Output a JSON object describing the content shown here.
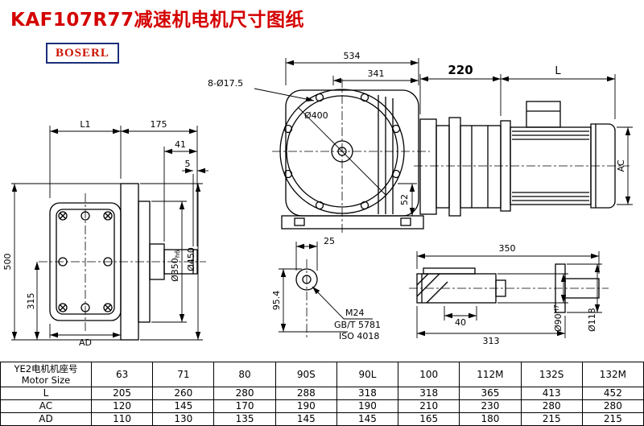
{
  "page": {
    "title": "KAF107R77减速机电机尺寸图纸",
    "logo": "BOSERL"
  },
  "left_view": {
    "l1": "L1",
    "d175": "175",
    "d41": "41",
    "d5": "5",
    "d500": "500",
    "d315": "315",
    "ad": "AD",
    "d350": "Ø350",
    "d350_tol": "h6",
    "d450": "Ø450"
  },
  "front_view": {
    "d534": "534",
    "d341": "341",
    "bolt_holes": "8-Ø17.5",
    "d400": "Ø400",
    "d52": "52",
    "d25": "25",
    "d95_4": "95.4",
    "thread": "M24",
    "standard_gb": "GB/T 5781",
    "standard_iso": "ISO 4018"
  },
  "motor_view": {
    "d220": "220",
    "length": "L",
    "ac": "AC"
  },
  "shaft_view": {
    "d350": "350",
    "d40": "40",
    "d313": "313",
    "d90": "Ø90",
    "d90_tol": "H7",
    "d118": "Ø118"
  },
  "table": {
    "header_cn": "YE2电机机座号",
    "header_en": "Motor Size",
    "sizes": [
      "63",
      "71",
      "80",
      "90S",
      "90L",
      "100",
      "112M",
      "132S",
      "132M"
    ],
    "rows": [
      {
        "label": "L",
        "values": [
          "205",
          "260",
          "280",
          "288",
          "318",
          "318",
          "365",
          "413",
          "452"
        ]
      },
      {
        "label": "AC",
        "values": [
          "120",
          "145",
          "170",
          "190",
          "190",
          "210",
          "230",
          "280",
          "280"
        ]
      },
      {
        "label": "AD",
        "values": [
          "110",
          "130",
          "135",
          "145",
          "145",
          "165",
          "180",
          "215",
          "215"
        ]
      }
    ]
  }
}
